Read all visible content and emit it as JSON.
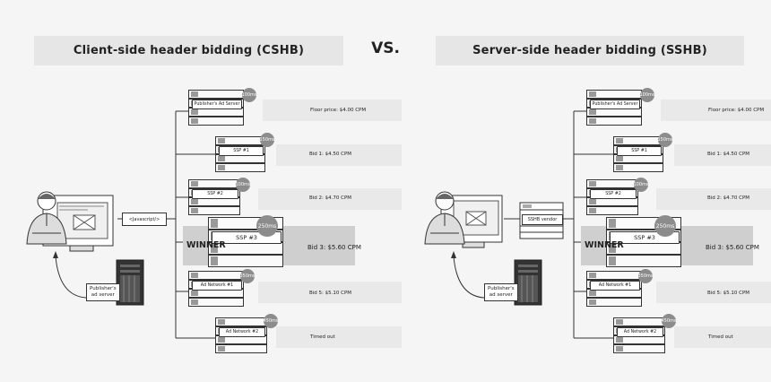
{
  "left": {
    "title": "Client-side header bidding (CSHB)",
    "connector_label": "<Javascript/>",
    "publisher_server": "Publisher's\nad server",
    "rows": [
      {
        "server": "Publisher's Ad Server",
        "time": "100ms",
        "text": "Floor price: $4.00 CPM"
      },
      {
        "server": "SSP #1",
        "time": "150ms",
        "text": "Bid 1: $4.50 CPM"
      },
      {
        "server": "SSP #2",
        "time": "100ms",
        "text": "Bid 2: $4.70 CPM"
      },
      {
        "server": "SSP #3",
        "time": "250ms",
        "text": "Bid 3: $5.60 CPM",
        "winner_label": "WINNER"
      },
      {
        "server": "Ad Network #1",
        "time": "350ms",
        "text": "Bid 5: $5.10 CPM"
      },
      {
        "server": "Ad Network #2",
        "time": "450ms",
        "text": "Timed out"
      }
    ]
  },
  "vs_label": "VS.",
  "right": {
    "title": "Server-side header bidding (SSHB)",
    "connector_label": "SSHB vendor",
    "publisher_server": "Publisher's\nad server",
    "rows": [
      {
        "server": "Publisher's Ad Server",
        "time": "100ms",
        "text": "Floor price: $4.00 CPM"
      },
      {
        "server": "SSP #1",
        "time": "150ms",
        "text": "Bid 1: $4.50 CPM"
      },
      {
        "server": "SSP #2",
        "time": "100ms",
        "text": "Bid 2: $4.70 CPM"
      },
      {
        "server": "SSP #3",
        "time": "250ms",
        "text": "Bid 3: $5.60 CPM",
        "winner_label": "WINNER"
      },
      {
        "server": "Ad Network #1",
        "time": "350ms",
        "text": "Bid 5: $5.10 CPM"
      },
      {
        "server": "Ad Network #2",
        "time": "450ms",
        "text": "Timed out"
      }
    ]
  },
  "colors": {
    "band": "#e9e9e9",
    "winner_band": "#cfcfcf",
    "circle": "#8c8c8c",
    "title_bg": "#e6e6e6"
  }
}
